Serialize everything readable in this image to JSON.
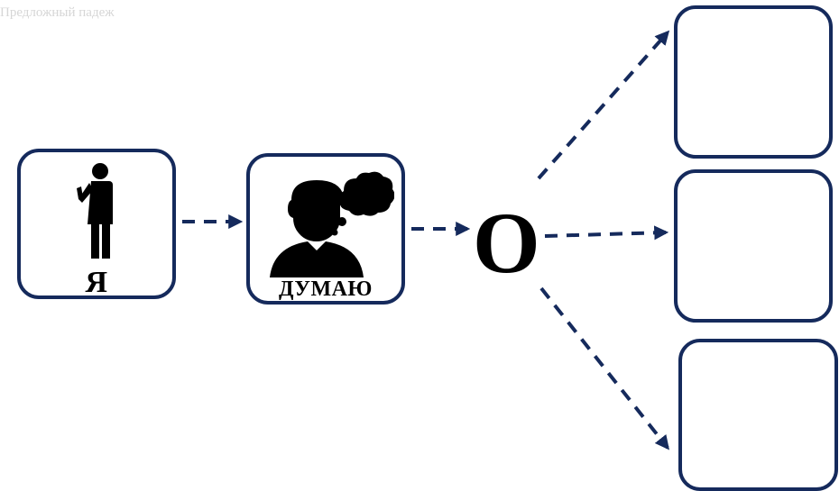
{
  "title": "Предложный падеж",
  "cards": {
    "ya": {
      "label": "Я",
      "icon": "person-pointing-to-self-icon"
    },
    "dumayu": {
      "label": "ДУМАЮ",
      "icon": "person-thinking-icon"
    },
    "answers": [
      {
        "label": ""
      },
      {
        "label": ""
      },
      {
        "label": ""
      }
    ]
  },
  "preposition": "О",
  "colors": {
    "border": "#152a5c",
    "arrow": "#152a5c",
    "icon": "#000000",
    "title": "#d6d6d6"
  }
}
